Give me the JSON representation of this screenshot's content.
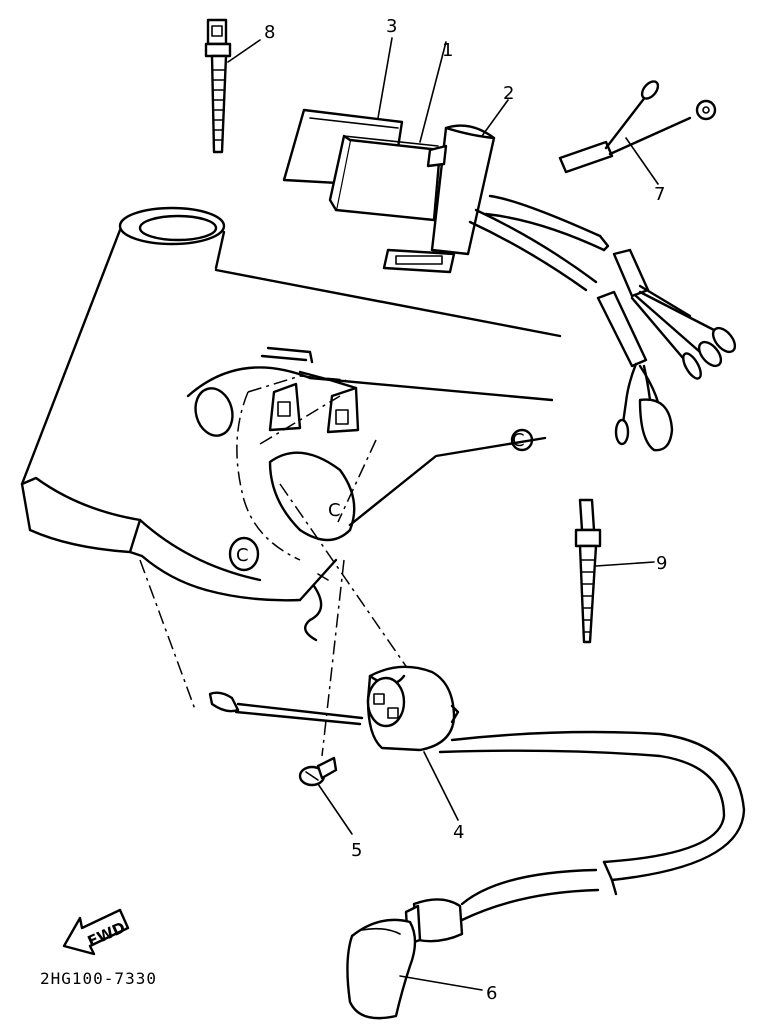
{
  "diagram": {
    "callouts": [
      {
        "id": "1",
        "label": "1"
      },
      {
        "id": "2",
        "label": "2"
      },
      {
        "id": "3",
        "label": "3"
      },
      {
        "id": "4",
        "label": "4"
      },
      {
        "id": "5",
        "label": "5"
      },
      {
        "id": "6",
        "label": "6"
      },
      {
        "id": "7",
        "label": "7"
      },
      {
        "id": "8",
        "label": "8"
      },
      {
        "id": "9",
        "label": "9"
      }
    ],
    "direction_label": "FWD",
    "drawing_code": "2HG100-7330"
  }
}
